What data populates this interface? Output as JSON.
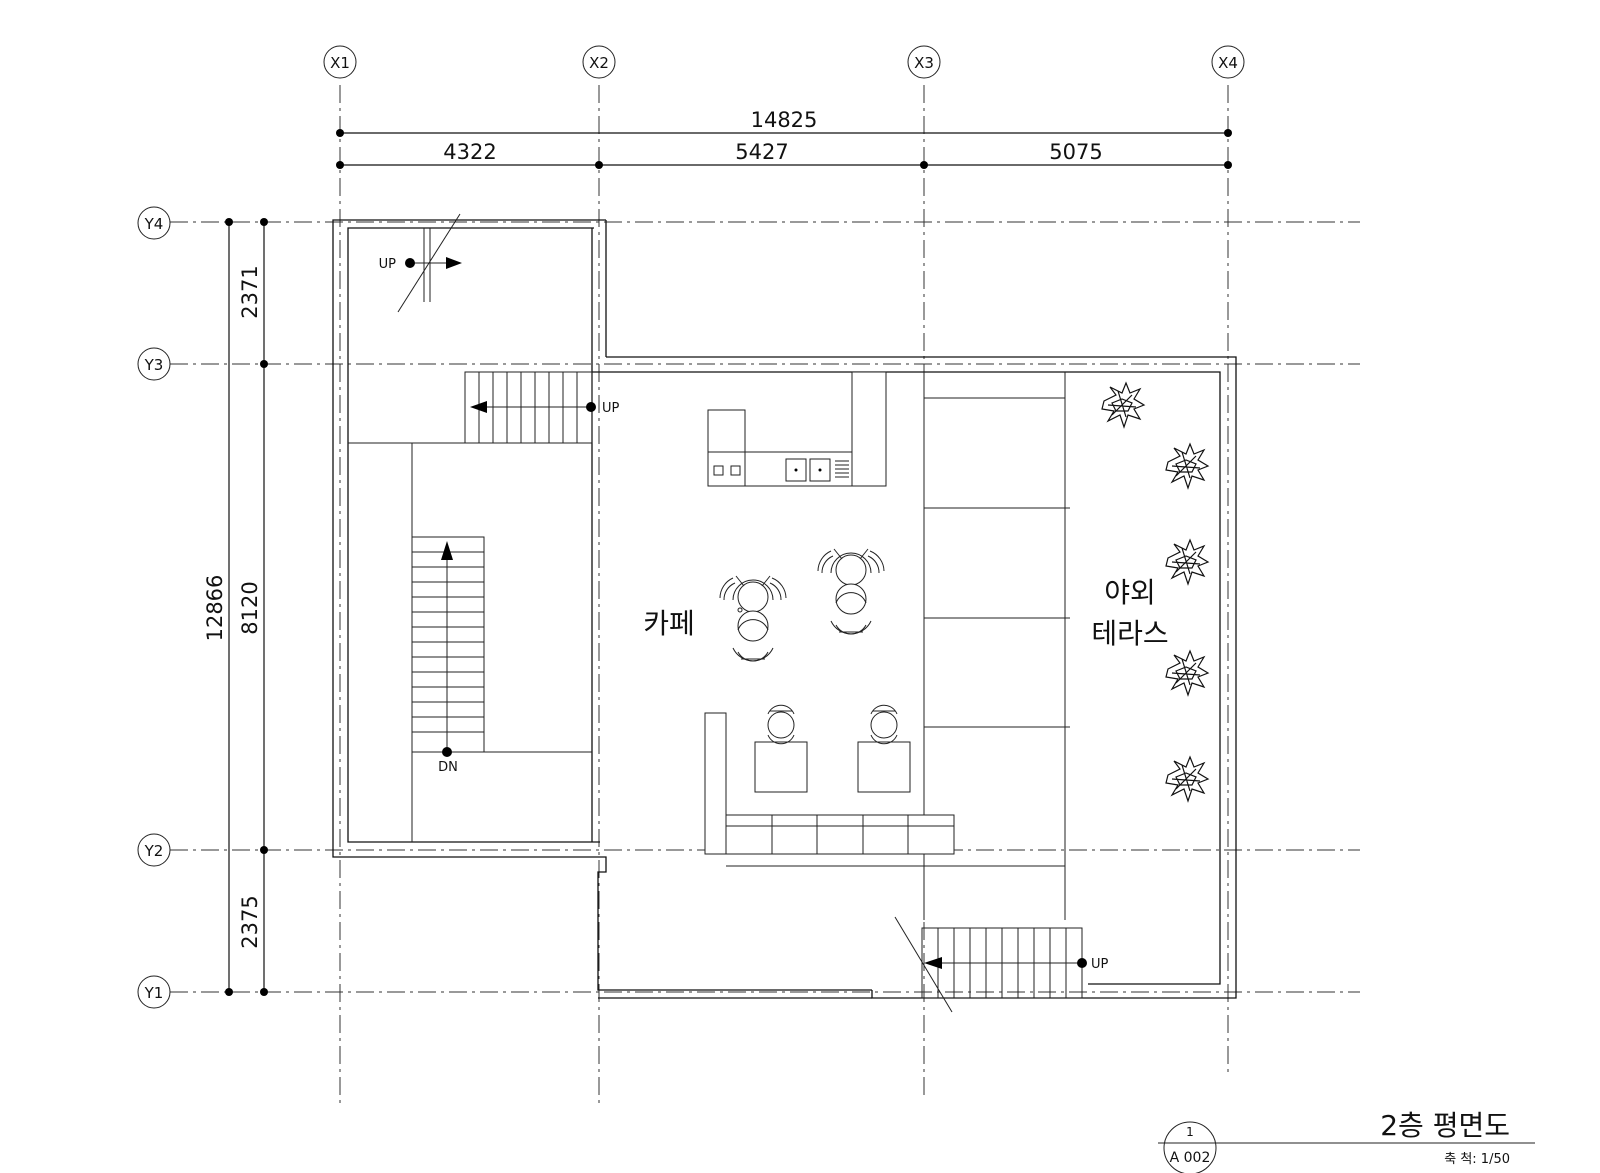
{
  "grid": {
    "columns": [
      "X1",
      "X2",
      "X3",
      "X4"
    ],
    "rows": [
      "Y4",
      "Y3",
      "Y2",
      "Y1"
    ]
  },
  "dimensions": {
    "overall_width": "14825",
    "spans_x": [
      "4322",
      "5427",
      "5075"
    ],
    "overall_height": "12866",
    "spans_y": [
      "2371",
      "8120",
      "2375"
    ]
  },
  "rooms": {
    "cafe": "카페",
    "terrace_line1": "야외",
    "terrace_line2": "테라스"
  },
  "stair_labels": {
    "up_top": "UP",
    "up_main": "UP",
    "dn_main": "DN",
    "up_bottom": "UP"
  },
  "title_block": {
    "drawing_number": "1",
    "sheet": "A 002",
    "title": "2층 평면도",
    "scale": "축 척: 1/50"
  }
}
